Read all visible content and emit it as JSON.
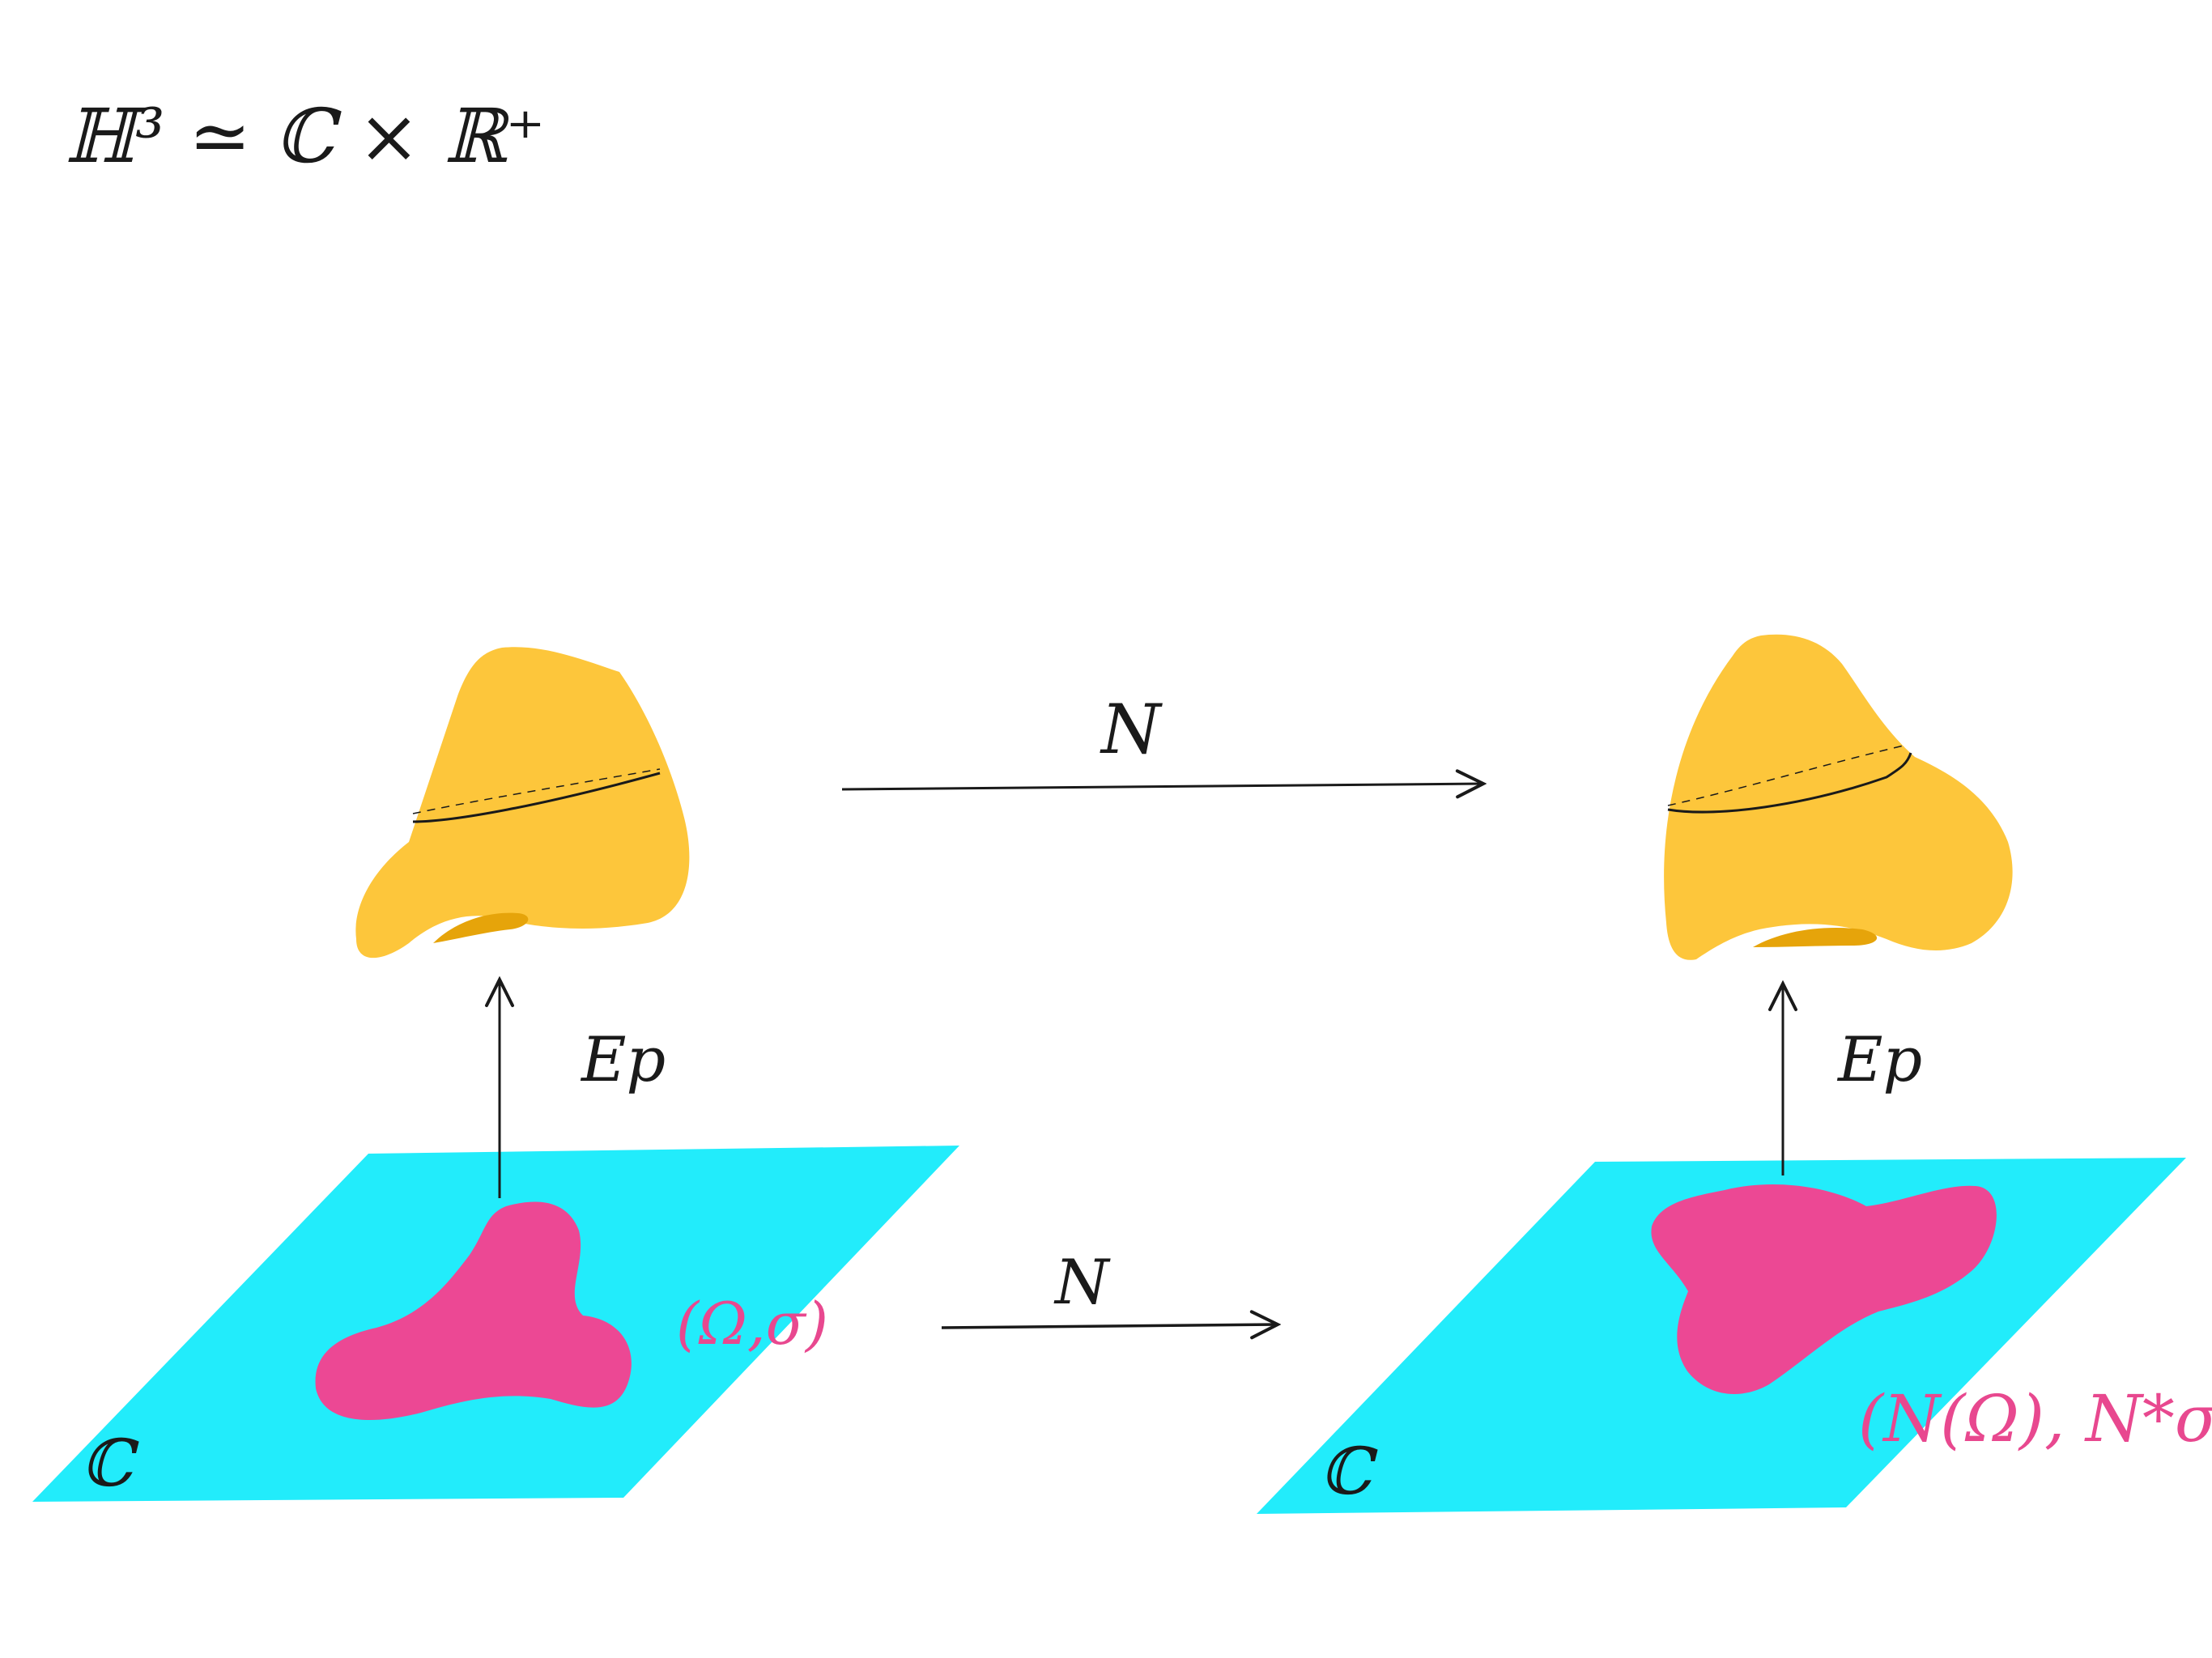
{
  "title": "ℍ³ ≃ ℂ × ℝ⁺",
  "colors": {
    "plane": "#22ecfb",
    "region": "#ec4894",
    "surface": "#fdc63b",
    "surface_inner": "#e6a40a",
    "ink": "#1a1a1a",
    "pink_label": "#e8488f"
  },
  "labels": {
    "top_map": "N",
    "bottom_map": "N",
    "left_lift": "Ep",
    "right_lift": "Ep",
    "left_plane": "ℂ",
    "right_plane": "ℂ",
    "left_region": "(Ω,σ)",
    "right_region": "(N(Ω), N*σ)"
  }
}
